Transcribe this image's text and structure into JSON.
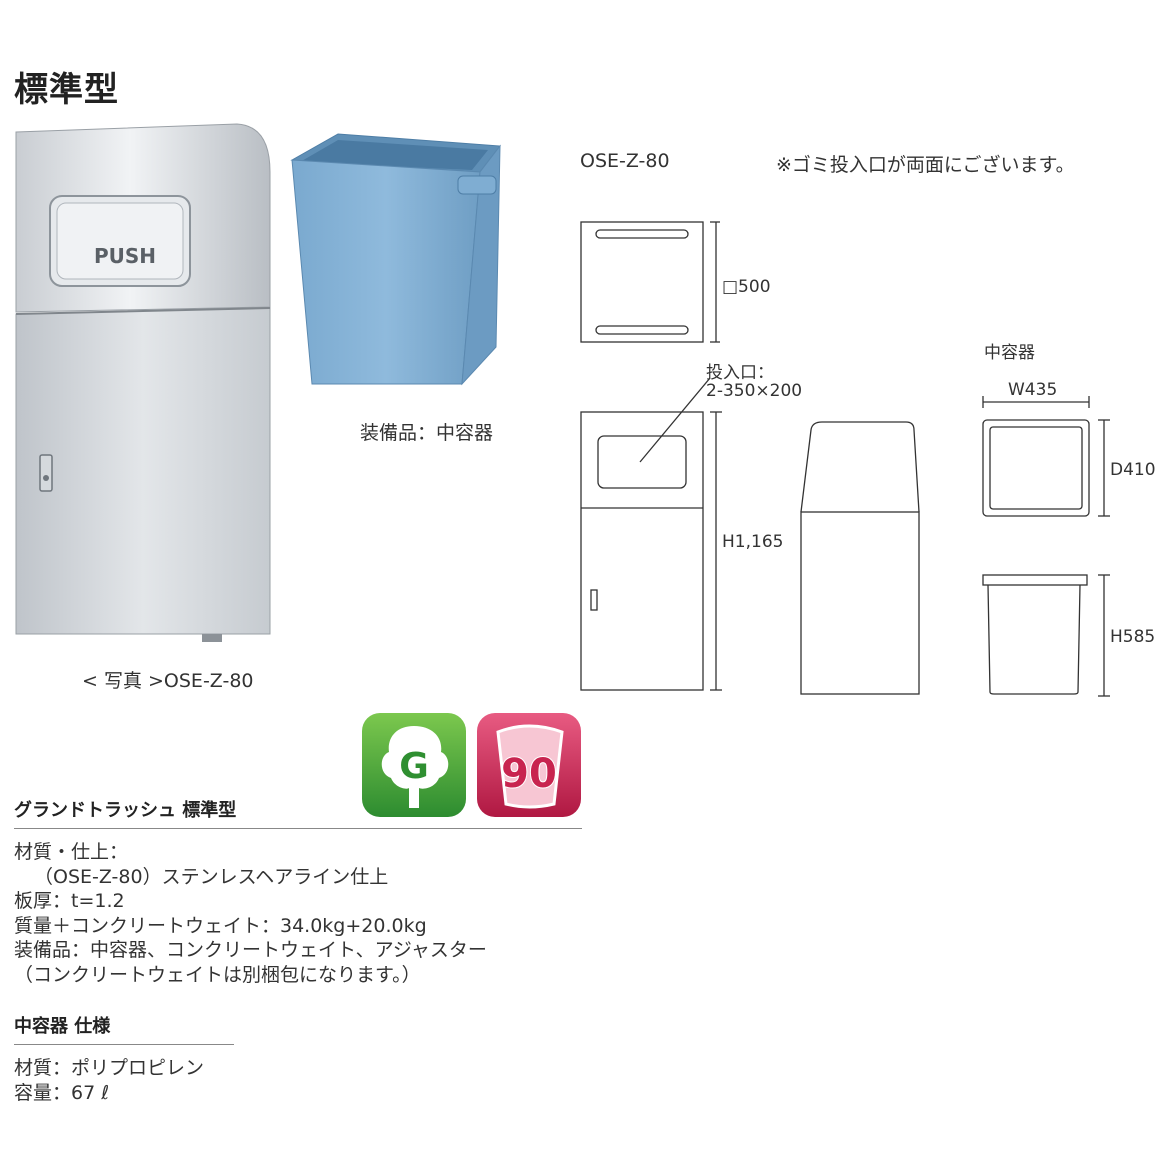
{
  "page_title": "標準型",
  "product_photo": {
    "push_label": "PUSH",
    "caption": "< 写真 >OSE-Z-80"
  },
  "inner_container_photo": {
    "caption": "装備品：中容器"
  },
  "drawing": {
    "model": "OSE-Z-80",
    "note": "※ゴミ投入口が両面にございます。",
    "top_dim": "□500",
    "opening_label_1": "投入口：",
    "opening_label_2": "2-350×200",
    "height_dim": "H1,165",
    "inner_title": "中容器",
    "inner_w": "W435",
    "inner_d": "D410",
    "inner_h": "H585"
  },
  "badges": {
    "green_letter": "G",
    "capacity_number": "90",
    "green_color": "#3aa63a",
    "red_color": "#c8244f"
  },
  "spec": {
    "heading": "グランドトラッシュ 標準型",
    "lines": [
      "材質・仕上：",
      "（OSE-Z-80）ステンレスヘアライン仕上",
      "板厚：t=1.2",
      "質量＋コンクリートウェイト：34.0kg+20.0kg",
      "装備品：中容器、コンクリートウェイト、アジャスター",
      "（コンクリートウェイトは別梱包になります。）"
    ]
  },
  "inner_spec": {
    "heading": "中容器 仕様",
    "lines": [
      "材質：ポリプロピレン",
      "容量：67 ℓ"
    ]
  }
}
